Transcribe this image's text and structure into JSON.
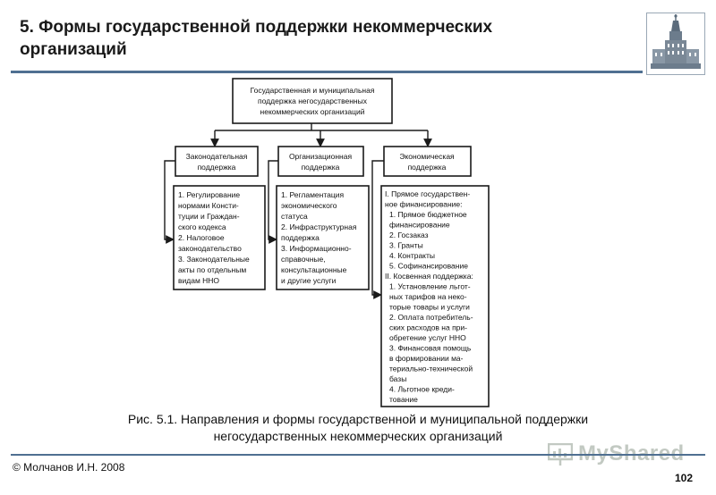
{
  "slide": {
    "title_line1": "5. Формы государственной поддержки некоммерческих",
    "title_line2": "организаций",
    "caption_line1": "Рис. 5.1. Направления и формы государственной и муниципальной поддержки",
    "caption_line2": "негосударственных некоммерческих организаций",
    "footer_author": "© Молчанов И.Н. 2008",
    "page_number": "102",
    "watermark": "MyShared"
  },
  "diagram": {
    "root": [
      "Государственная и муниципальная",
      "поддержка негосударственных",
      "некоммерческих организаций"
    ],
    "branches": [
      {
        "header": [
          "Законодательная",
          "поддержка"
        ],
        "items": [
          "1. Регулирование",
          "нормами Консти-",
          "туции и Граждан-",
          "ского кодекса",
          "2. Налоговое",
          "законодательство",
          "3. Законодательные",
          "акты по отдельным",
          "видам ННО"
        ]
      },
      {
        "header": [
          "Организационная",
          "поддержка"
        ],
        "items": [
          "1. Регламентация",
          "экономического",
          "статуса",
          "2. Инфраструктурная",
          "поддержка",
          "3. Информационно-",
          "справочные,",
          "консультационные",
          "и другие услуги"
        ]
      },
      {
        "header": [
          "Экономическая",
          "поддержка"
        ],
        "items": [
          "I. Прямое государствен-",
          "ное финансирование:",
          "1. Прямое бюджетное",
          "финансирование",
          "2. Госзаказ",
          "3. Гранты",
          "4. Контракты",
          "5. Софинансирование",
          "II. Косвенная поддержка:",
          "1. Установление льгот-",
          "ных тарифов на неко-",
          "торые товары и услуги",
          "2. Оплата потребитель-",
          "ских расходов на при-",
          "обретение услуг ННО",
          "3. Финансовая помощь",
          "в формировании ма-",
          "териально-технической",
          "базы",
          "4. Льготное креди-",
          "тование"
        ]
      }
    ]
  }
}
